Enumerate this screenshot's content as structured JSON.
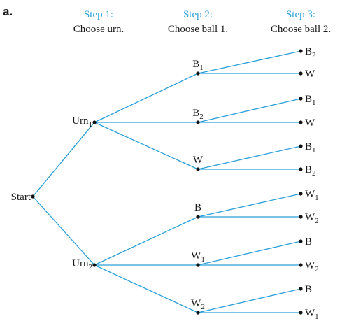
{
  "part_label": "a.",
  "steps": [
    {
      "title": "Step 1:",
      "desc": "Choose urn."
    },
    {
      "title": "Step 2:",
      "desc": "Choose ball 1."
    },
    {
      "title": "Step 3:",
      "desc": "Choose ball 2."
    }
  ],
  "tree": {
    "root": {
      "text": "Start"
    },
    "level1": [
      {
        "text": "Urn",
        "sub": "1"
      },
      {
        "text": "Urn",
        "sub": "2"
      }
    ],
    "level2": [
      {
        "text": "B",
        "sub": "1"
      },
      {
        "text": "B",
        "sub": "2"
      },
      {
        "text": "W",
        "sub": ""
      },
      {
        "text": "B",
        "sub": ""
      },
      {
        "text": "W",
        "sub": "1"
      },
      {
        "text": "W",
        "sub": "2"
      }
    ],
    "level3": [
      {
        "text": "B",
        "sub": "2"
      },
      {
        "text": "W",
        "sub": ""
      },
      {
        "text": "B",
        "sub": "1"
      },
      {
        "text": "W",
        "sub": ""
      },
      {
        "text": "B",
        "sub": "1"
      },
      {
        "text": "B",
        "sub": "2"
      },
      {
        "text": "W",
        "sub": "1"
      },
      {
        "text": "W",
        "sub": "2"
      },
      {
        "text": "B",
        "sub": ""
      },
      {
        "text": "W",
        "sub": "2"
      },
      {
        "text": "B",
        "sub": ""
      },
      {
        "text": "W",
        "sub": "1"
      }
    ]
  }
}
